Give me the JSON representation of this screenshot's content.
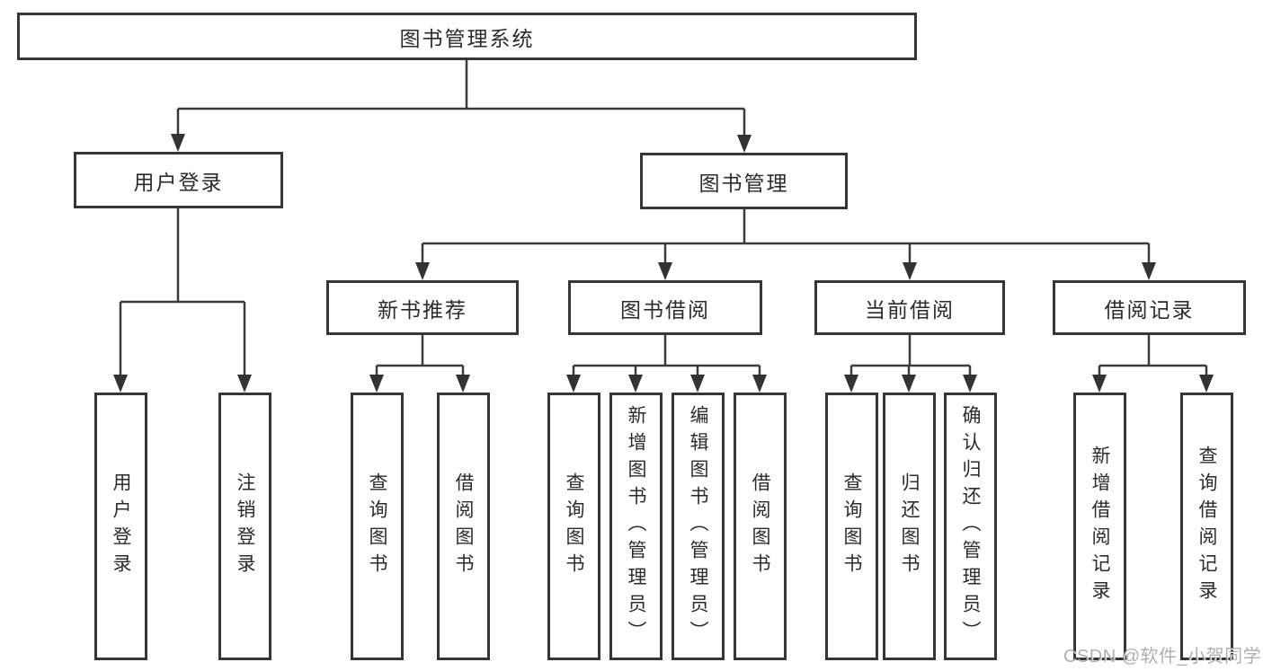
{
  "tree": {
    "root": {
      "label": "图书管理系统"
    },
    "branches": [
      {
        "label": "用户登录",
        "children": [
          {
            "label": "用户登录"
          },
          {
            "label": "注销登录"
          }
        ]
      },
      {
        "label": "图书管理",
        "children": [
          {
            "label": "新书推荐",
            "children": [
              {
                "label": "查询图书"
              },
              {
                "label": "借阅图书"
              }
            ]
          },
          {
            "label": "图书借阅",
            "children": [
              {
                "label": "查询图书"
              },
              {
                "label": "新增图书（管理员）"
              },
              {
                "label": "编辑图书（管理员）"
              },
              {
                "label": "借阅图书"
              }
            ]
          },
          {
            "label": "当前借阅",
            "children": [
              {
                "label": "查询图书"
              },
              {
                "label": "归还图书"
              },
              {
                "label": "确认归还（管理员）"
              }
            ]
          },
          {
            "label": "借阅记录",
            "children": [
              {
                "label": "新增借阅记录"
              },
              {
                "label": "查询借阅记录"
              }
            ]
          }
        ]
      }
    ]
  },
  "watermark": {
    "text": "CSDN @软件_小贺同学"
  },
  "colors": {
    "line": "#3a3a3a",
    "box_border": "#363636",
    "text": "#2b2b2b",
    "watermark": "#9b9b9b",
    "background": "#ffffff"
  }
}
